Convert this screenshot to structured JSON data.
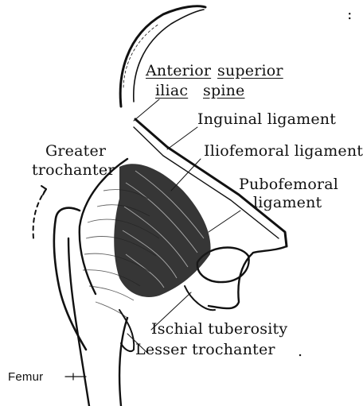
{
  "labels": {
    "asis_word1": "Anterior",
    "asis_word2": "superior",
    "asis_word3": "iliac",
    "asis_word4": "spine",
    "inguinal": "Inguinal ligament",
    "iliofemoral": "Iliofemoral ligament",
    "greater_line1": "Greater",
    "greater_line2": "trochanter",
    "pubofemoral_line1": "Pubofemoral",
    "pubofemoral_line2": "ligament",
    "ischial": "Ischial tuberosity",
    "lesser": "Lesser trochanter",
    "femur": "Femur",
    "corner_mark": ":",
    "trailing_mark": "."
  },
  "colors": {
    "ink": "#111111",
    "background": "#ffffff"
  }
}
